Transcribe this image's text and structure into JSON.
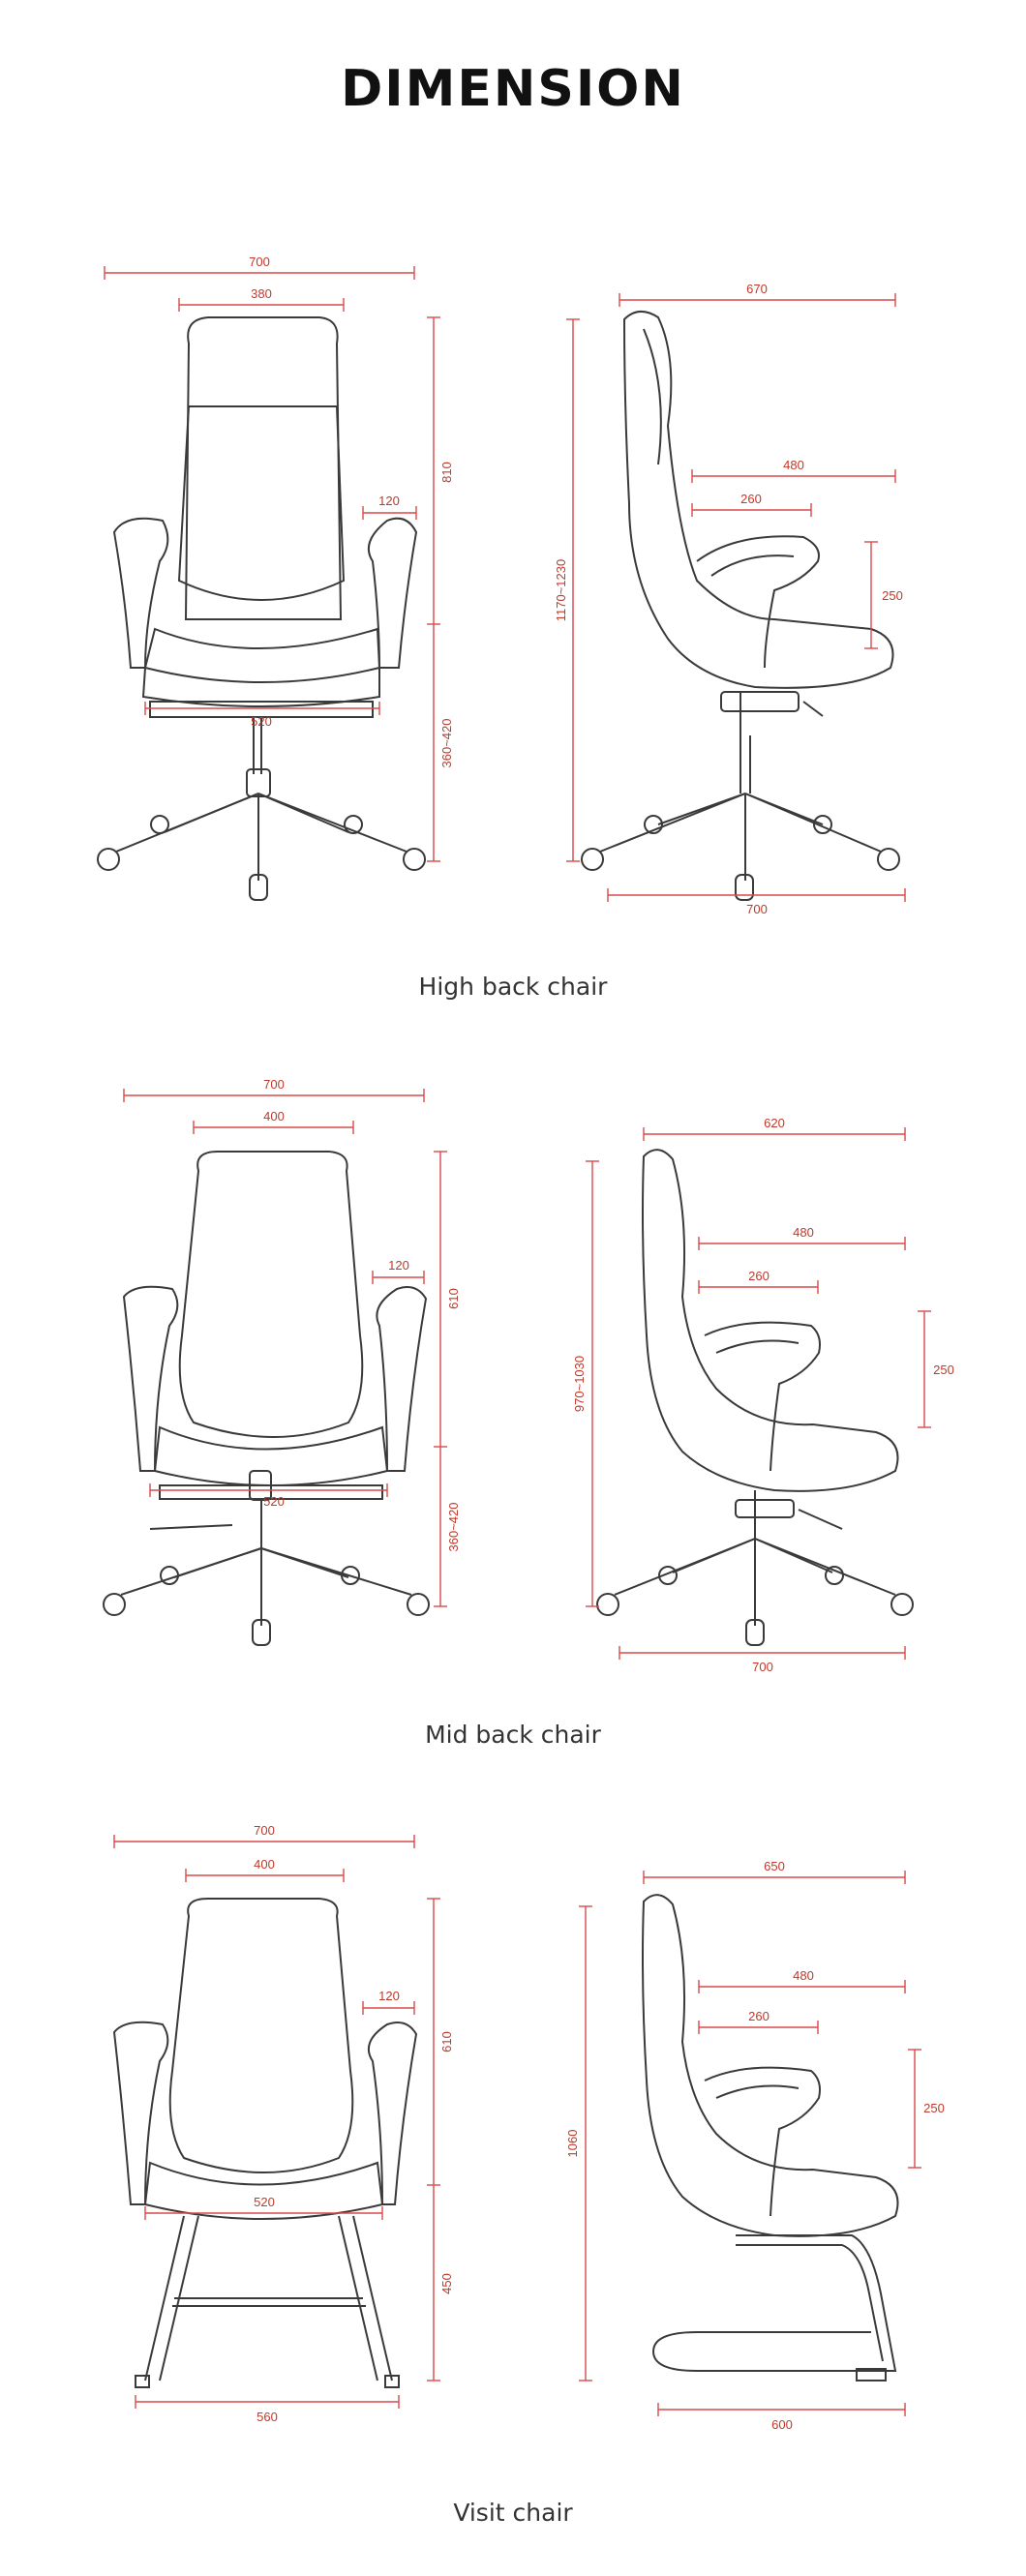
{
  "title": "DIMENSION",
  "colors": {
    "dimension": "#d94a4a",
    "outline": "#3a3a3a",
    "text": "#333333"
  },
  "sections": [
    {
      "caption": "High back chair",
      "front": {
        "overall_width": "700",
        "back_width": "380",
        "arm_width": "120",
        "seat_width": "520",
        "back_height": "810",
        "seat_height": "360~420"
      },
      "side": {
        "depth_top": "670",
        "seat_depth": "480",
        "arm_depth": "260",
        "arm_height": "250",
        "total_height": "1170~1230",
        "base_depth": "700"
      }
    },
    {
      "caption": "Mid back chair",
      "front": {
        "overall_width": "700",
        "back_width": "400",
        "arm_width": "120",
        "seat_width": "520",
        "back_height": "610",
        "seat_height": "360~420"
      },
      "side": {
        "depth_top": "620",
        "seat_depth": "480",
        "arm_depth": "260",
        "arm_height": "250",
        "total_height": "970~1030",
        "base_depth": "700"
      }
    },
    {
      "caption": "Visit chair",
      "front": {
        "overall_width": "700",
        "back_width": "400",
        "arm_width": "120",
        "seat_width": "520",
        "back_height": "610",
        "seat_height": "450",
        "base_width": "560"
      },
      "side": {
        "depth_top": "650",
        "seat_depth": "480",
        "arm_depth": "260",
        "arm_height": "250",
        "total_height": "1060",
        "base_depth": "600"
      }
    }
  ]
}
